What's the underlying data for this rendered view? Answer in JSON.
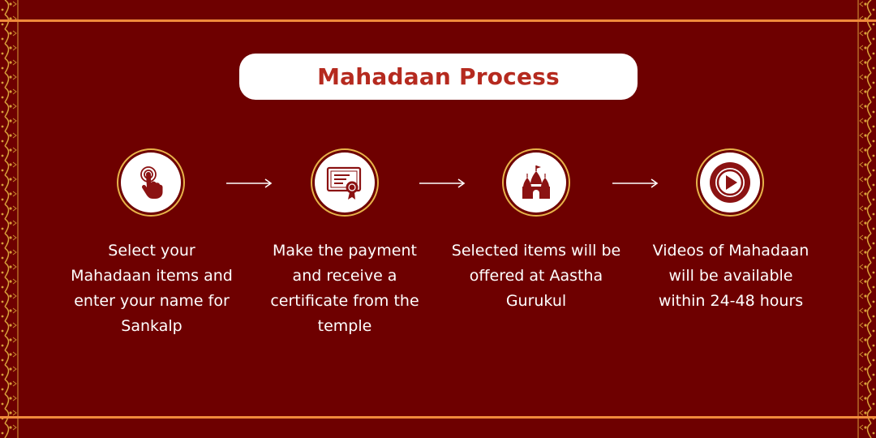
{
  "title": "Mahadaan Process",
  "colors": {
    "background": "#6e0000",
    "accent_orange": "#f08a3c",
    "gold": "#e7b34a",
    "title_red": "#b52a1f",
    "icon_maroon": "#8b1212",
    "text": "#ffffff"
  },
  "steps": [
    {
      "icon": "hand-tap-icon",
      "text": "Select your Mahadaan items and enter your name for Sankalp"
    },
    {
      "icon": "certificate-icon",
      "text": "Make the payment and receive a certificate from the temple"
    },
    {
      "icon": "temple-icon",
      "text": "Selected items will be offered at Aastha Gurukul"
    },
    {
      "icon": "video-play-icon",
      "text": "Videos of Mahadaan will be available within 24-48 hours"
    }
  ]
}
